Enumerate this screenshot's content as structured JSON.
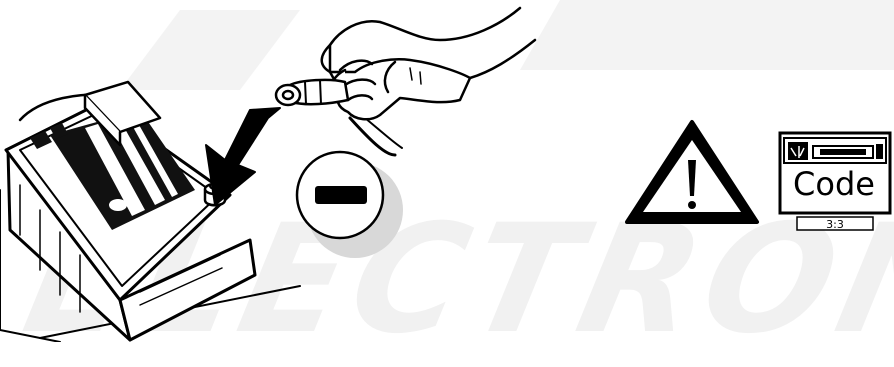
{
  "watermark": {
    "text": "ELECTRONIC",
    "color": "#f1f1f1"
  },
  "illustration": {
    "subject": "car-battery-negative-terminal-disconnect",
    "polarity_symbol": "minus",
    "line_color": "#000000"
  },
  "warning": {
    "icon": "warning-triangle-icon",
    "symbol": "!"
  },
  "radio_display": {
    "label": "Code",
    "counter": "3:3"
  }
}
